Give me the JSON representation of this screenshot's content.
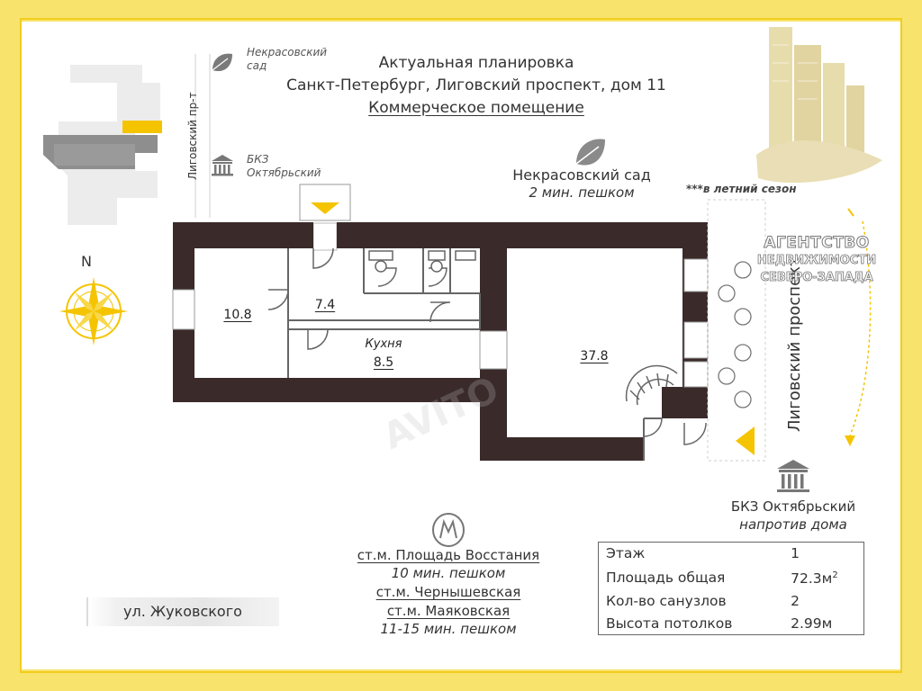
{
  "header": {
    "line1": "Актуальная планировка",
    "line2": "Санкт-Петербург, Лиговский проспект, дом 11",
    "line3": "Коммерческое помещение"
  },
  "map": {
    "park_label_1": "Некрасовский",
    "park_label_2": "сад",
    "street_vertical": "Лиговский пр-т",
    "bkz_1": "БКЗ",
    "bkz_2": "Октябрьский",
    "compass_label": "N",
    "highlight_color": "#f5c400"
  },
  "park": {
    "name": "Некрасовский сад",
    "walk": "2 мин. пешком",
    "note": "***в летний сезон"
  },
  "rooms": [
    {
      "id": "room-1",
      "label": "10.8",
      "sub": ""
    },
    {
      "id": "room-2",
      "label": "7.4",
      "sub": ""
    },
    {
      "id": "kitchen",
      "label": "8.5",
      "sub": "Кухня"
    },
    {
      "id": "room-3",
      "label": "37.8",
      "sub": ""
    }
  ],
  "street_right": "Лиговский проспект",
  "bkz_bottom": {
    "name": "БКЗ Октябрьский",
    "note": "напротив дома"
  },
  "metro": {
    "st1": "ст.м. Площадь Восстания",
    "walk1": "10 мин. пешком",
    "st2": "ст.м. Чернышевская",
    "st3": "ст.м. Маяковская",
    "walk2": "11-15 мин. пешком"
  },
  "street_bottom": "ул. Жуковского",
  "agency": {
    "line1": "АГЕНТСТВО",
    "line2": "НЕДВИЖИМОСТИ",
    "line3": "СЕВЕРО-ЗАПАДА"
  },
  "info": {
    "rows": [
      {
        "label": "Этаж",
        "value": "1",
        "sup": ""
      },
      {
        "label": "Площадь общая",
        "value": "72.3м",
        "sup": "2"
      },
      {
        "label": "Кол-во санузлов",
        "value": "2",
        "sup": ""
      },
      {
        "label": "Высота потолков",
        "value": "2.99м",
        "sup": ""
      }
    ]
  },
  "colors": {
    "frame": "#f8e36c",
    "accent": "#f5c400",
    "wall": "#3a2a2a"
  }
}
